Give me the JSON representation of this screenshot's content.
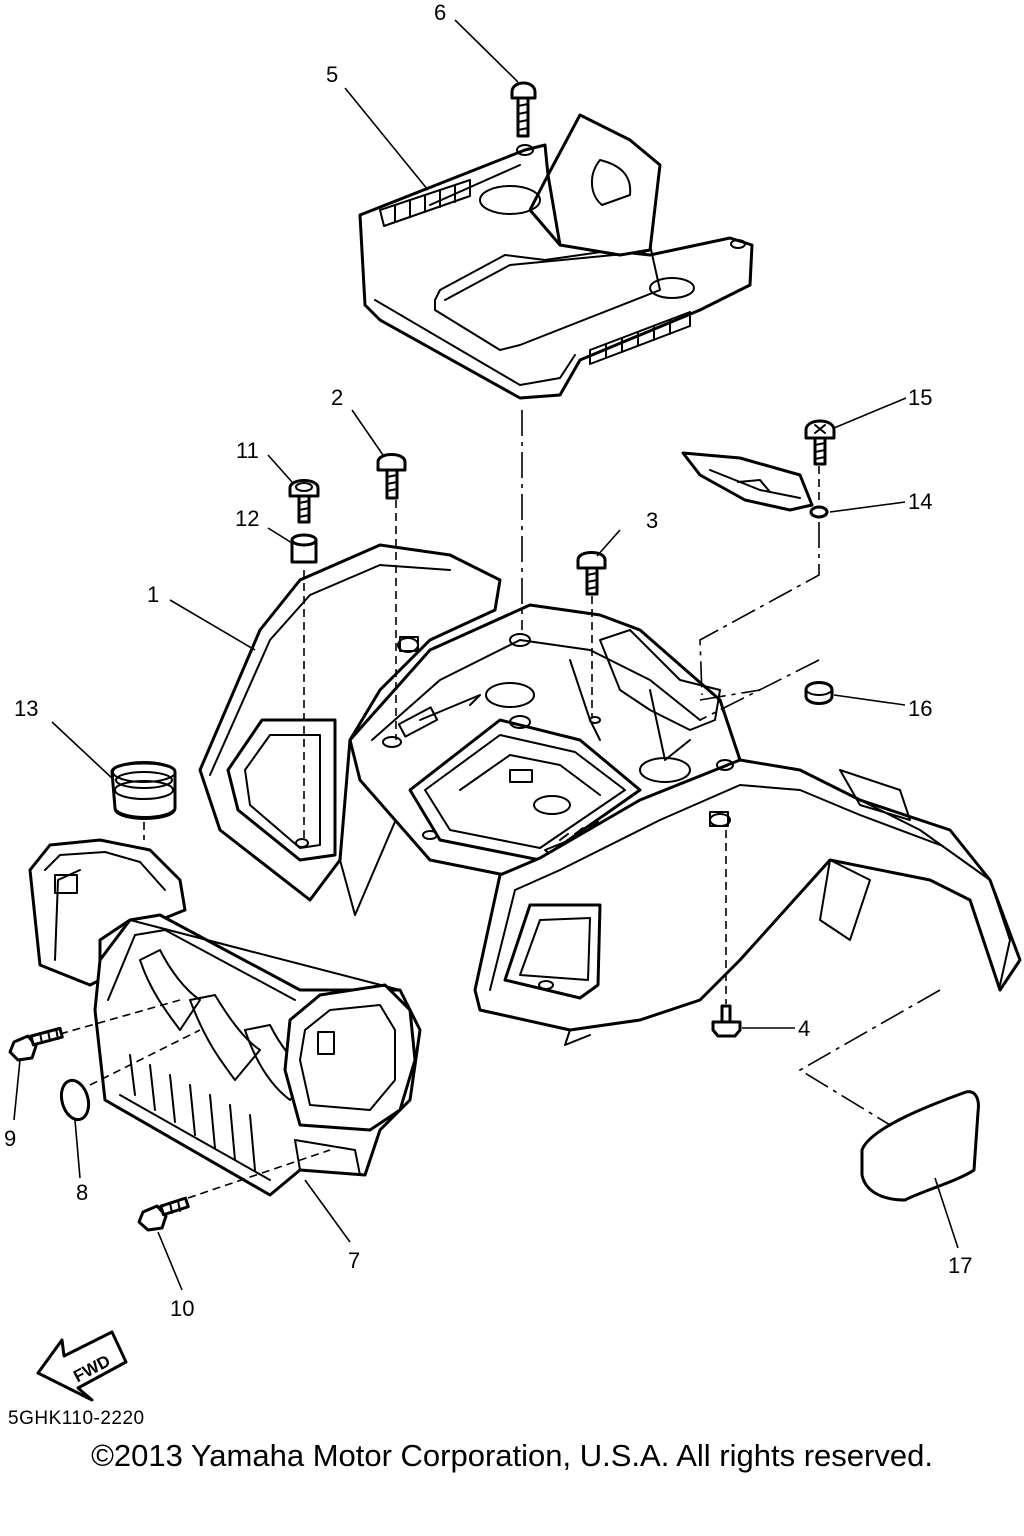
{
  "callouts": [
    "1",
    "2",
    "3",
    "4",
    "5",
    "6",
    "7",
    "8",
    "9",
    "10",
    "11",
    "12",
    "13",
    "14",
    "15",
    "16",
    "17"
  ],
  "fwd_label": "FWD",
  "drawing_code": "5GHK110-2220",
  "copyright": "©2013 Yamaha Motor Corporation, U.S.A. All rights reserved."
}
